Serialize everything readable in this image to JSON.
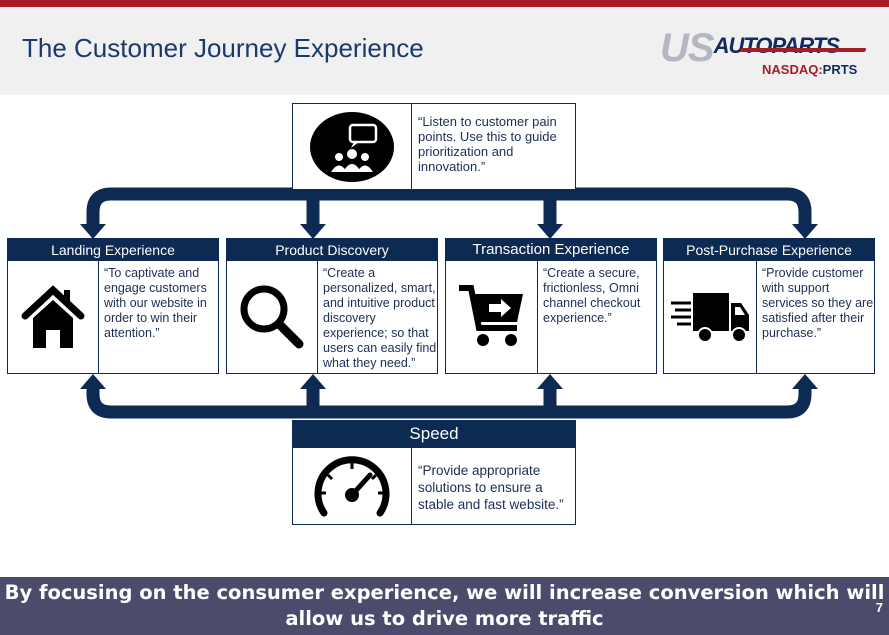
{
  "header": {
    "title": "The Customer Journey Experience",
    "logo_text": "USAUTOPARTS",
    "ticker_prefix": "NASDAQ:",
    "ticker": "PRTS"
  },
  "top_box": {
    "icon": "customer-feedback-icon",
    "quote": "“Listen to customer pain points. Use this to guide prioritization and innovation.”"
  },
  "stages": [
    {
      "title": "Landing Experience",
      "icon": "home-icon",
      "quote": "“To captivate and engage customers with our website in order to win their attention.”"
    },
    {
      "title": "Product Discovery",
      "icon": "search-icon",
      "quote": "“Create a personalized, smart, and intuitive product discovery experience; so that users can easily find what they need.”"
    },
    {
      "title": "Transaction Experience",
      "icon": "cart-icon",
      "quote": "“Create a secure, frictionless, Omni channel checkout experience.”"
    },
    {
      "title": "Post-Purchase Experience",
      "icon": "delivery-truck-icon",
      "quote": "“Provide customer with support services so they are satisfied after their purchase.”"
    }
  ],
  "speed_box": {
    "title": "Speed",
    "icon": "speedometer-icon",
    "quote": "“Provide appropriate solutions to ensure a stable and fast website.”"
  },
  "footer": {
    "line1": "By focusing on the consumer experience, we will increase conversion which will",
    "line2": "allow us to drive more traffic",
    "page_number": "7"
  },
  "colors": {
    "navy": "#0d2a52",
    "red": "#a61d24",
    "footer": "#4b4b6b"
  }
}
